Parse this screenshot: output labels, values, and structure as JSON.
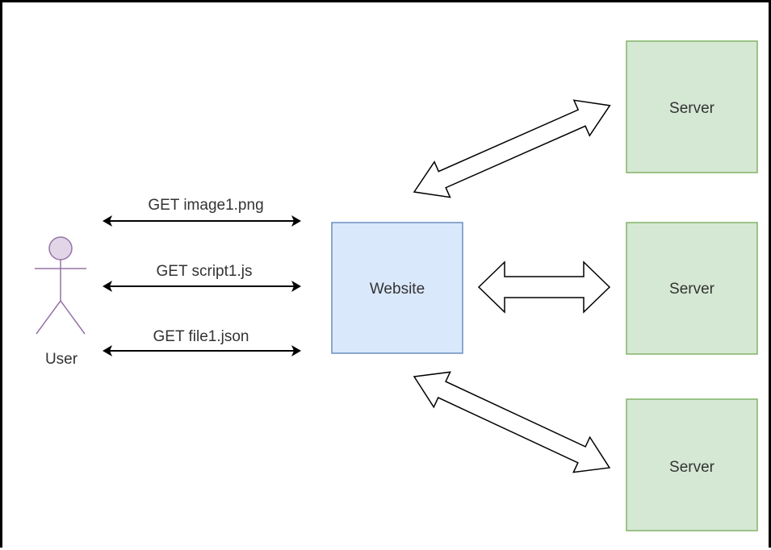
{
  "nodes": {
    "user": {
      "label": "User",
      "fill": "#e1d5e7",
      "stroke": "#9673a6"
    },
    "website": {
      "label": "Website",
      "fill": "#dae8fc",
      "stroke": "#6c8ebf"
    },
    "servers": [
      {
        "label": "Server",
        "fill": "#d5e8d4",
        "stroke": "#82b366"
      },
      {
        "label": "Server",
        "fill": "#d5e8d4",
        "stroke": "#82b366"
      },
      {
        "label": "Server",
        "fill": "#d5e8d4",
        "stroke": "#82b366"
      }
    ]
  },
  "requests": [
    {
      "label": "GET image1.png"
    },
    {
      "label": "GET script1.js"
    },
    {
      "label": "GET file1.json"
    }
  ],
  "connections": [
    {
      "from": "Website",
      "to": "Server",
      "style": "hollow-double-arrow"
    },
    {
      "from": "Website",
      "to": "Server",
      "style": "hollow-double-arrow"
    },
    {
      "from": "Website",
      "to": "Server",
      "style": "hollow-double-arrow"
    }
  ]
}
